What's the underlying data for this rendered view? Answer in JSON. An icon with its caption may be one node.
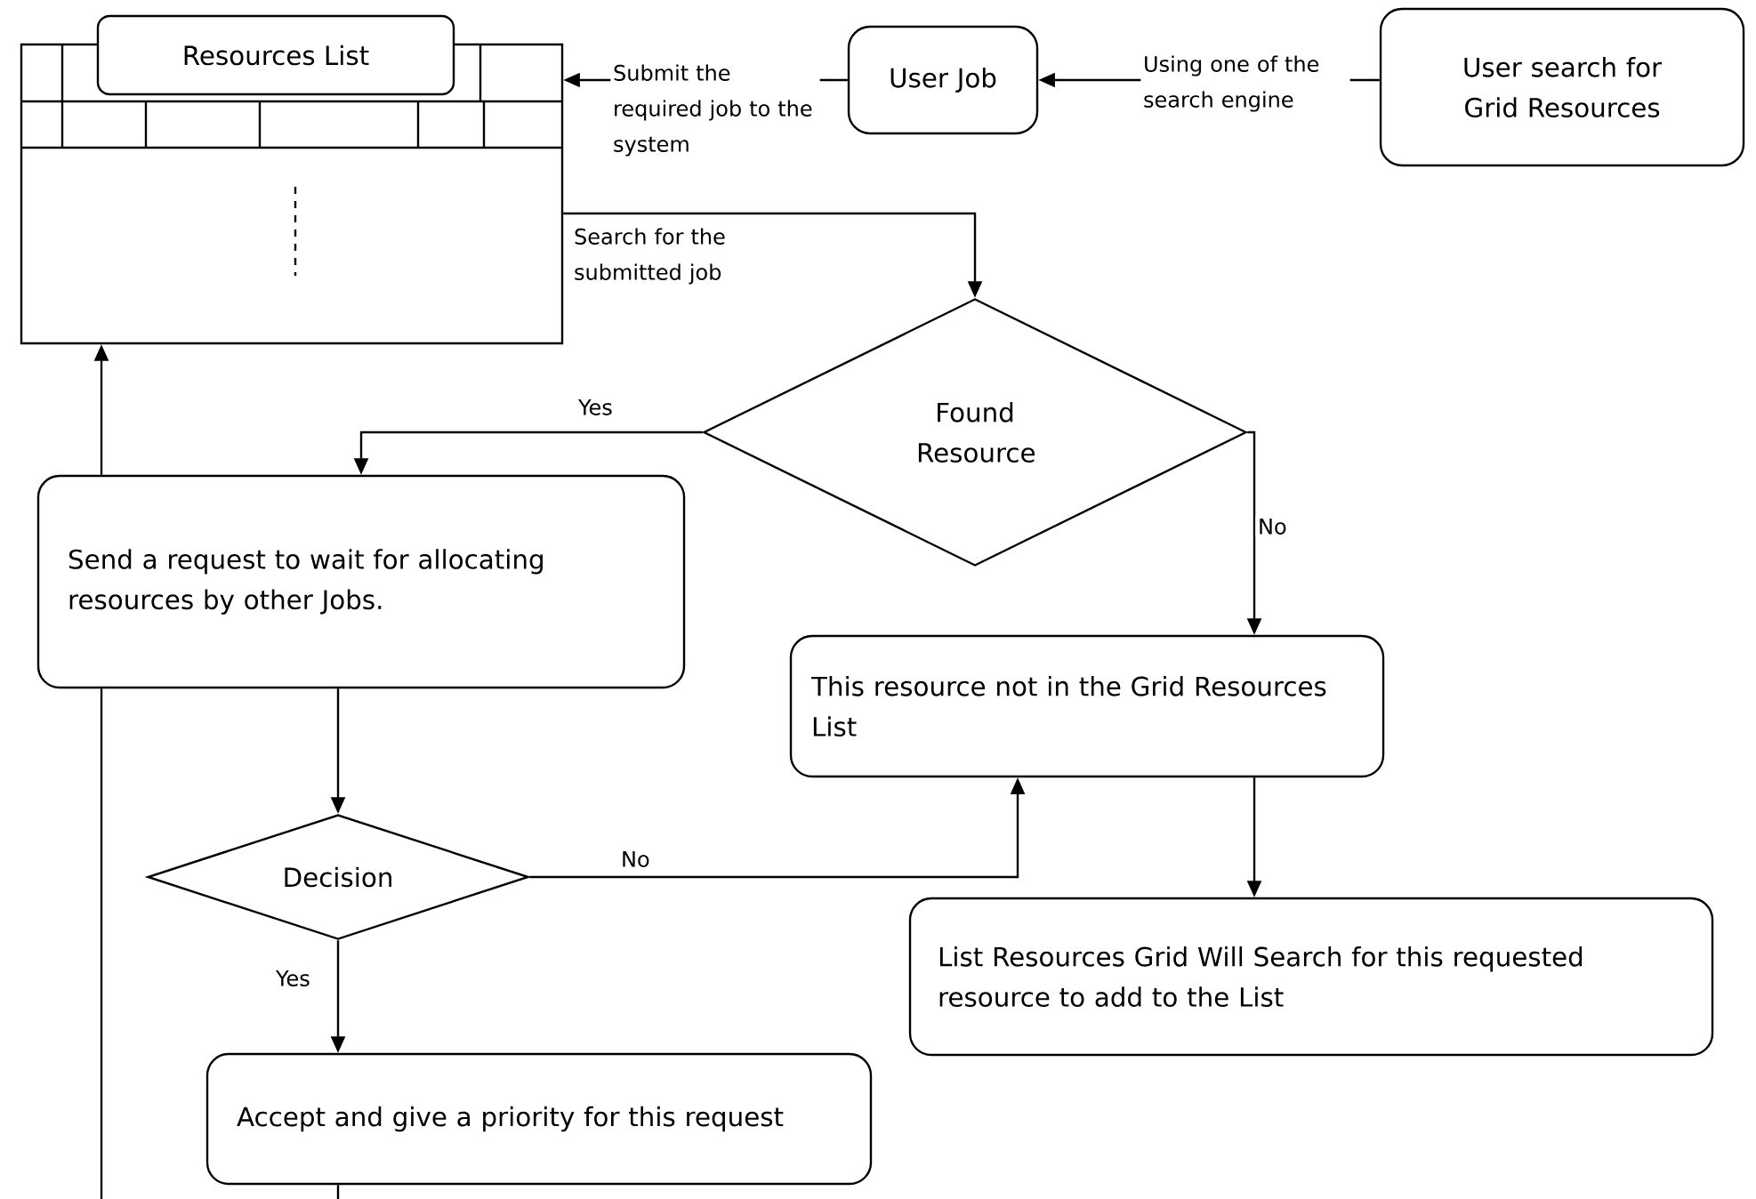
{
  "diagram": {
    "nodes": [
      {
        "text": [
          "Resources List"
        ]
      },
      {
        "text": [
          "User Job"
        ]
      },
      {
        "text": [
          "User search for Grid Resources"
        ]
      },
      {
        "text": [
          "Found Resource"
        ]
      },
      {
        "text": [
          "Send a request to wait for allocating resources by other Jobs."
        ]
      },
      {
        "text": [
          "This resource not in the Grid Resources List"
        ]
      },
      {
        "text": [
          "Decision"
        ]
      },
      {
        "text": [
          "List Resources Grid Will Search for this requested resource to add to the List"
        ]
      },
      {
        "text": [
          "Accept and give a priority for this request"
        ]
      }
    ],
    "edges": [
      {
        "from": 2,
        "to": 1,
        "arrow": "to",
        "label": "Using one of the search engine"
      },
      {
        "from": 1,
        "to": 0,
        "arrow": "to",
        "label": "Submit the required job to the system"
      },
      {
        "from": 0,
        "to": 3,
        "arrow": "to",
        "label": "Search for the submitted job"
      },
      {
        "from": 3,
        "to": 4,
        "arrow": "to",
        "label": "Yes"
      },
      {
        "from": 3,
        "to": 5,
        "arrow": "to",
        "label": "No"
      },
      {
        "from": 4,
        "to": 6,
        "arrow": "to"
      },
      {
        "from": 6,
        "to": 5,
        "arrow": "to",
        "label": "No"
      },
      {
        "from": 5,
        "to": 7,
        "arrow": "to"
      },
      {
        "from": 6,
        "to": 8,
        "arrow": "to",
        "label": "Yes"
      },
      {
        "from": 8,
        "to": null,
        "arrow": "none"
      },
      {
        "from": null,
        "to": 0,
        "arrow": "to"
      }
    ]
  }
}
